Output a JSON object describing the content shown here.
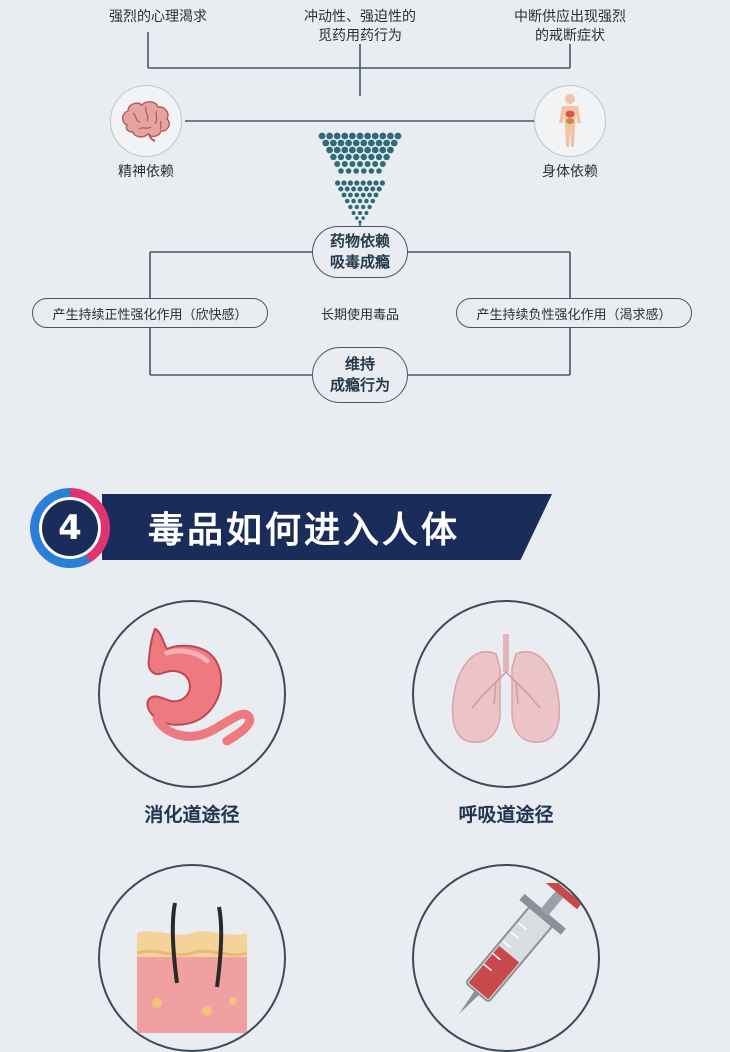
{
  "symptoms": {
    "left": "强烈的心理渴求",
    "middle_line1": "冲动性、强迫性的",
    "middle_line2": "觅药用药行为",
    "right_line1": "中断供应出现强烈",
    "right_line2": "的戒断症状"
  },
  "dependency": {
    "mental": "精神依赖",
    "physical": "身体依赖",
    "center_line1": "药物依赖",
    "center_line2": "吸毒成瘾"
  },
  "cycle": {
    "left_pill": "产生持续正性强化作用（欣快感）",
    "middle": "长期使用毒品",
    "right_pill": "产生持续负性强化作用（渴求感）",
    "bottom_line1": "维持",
    "bottom_line2": "成瘾行为"
  },
  "section": {
    "number": "4",
    "title": "毒品如何进入人体",
    "badge_colors": [
      "#e0336f",
      "#2a7fd8"
    ],
    "banner_color": "#1a2d5a"
  },
  "routes": [
    {
      "label": "消化道途径",
      "icon": "stomach-icon"
    },
    {
      "label": "呼吸道途径",
      "icon": "lungs-icon"
    },
    {
      "label": "",
      "icon": "skin-icon"
    },
    {
      "label": "",
      "icon": "syringe-icon"
    }
  ]
}
